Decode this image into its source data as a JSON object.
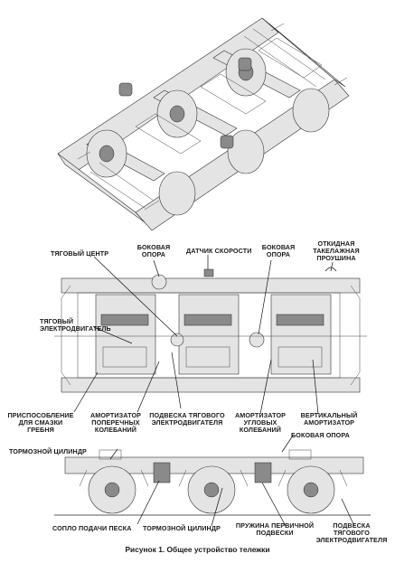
{
  "labels": {
    "traction_center": "ТЯГОВЫЙ ЦЕНТР",
    "side_support_left": "БОКОВАЯ\nОПОРА",
    "speed_sensor": "ДАТЧИК СКОРОСТИ",
    "side_support_right": "БОКОВАЯ\nОПОРА",
    "lifting_eye": "ОТКИДНАЯ\nТАКЕЛАЖНАЯ\nПРОУШИНА",
    "traction_motor": "ТЯГОВЫЙ\nЭЛЕКТРОДВИГАТЕЛЬ",
    "flange_lubrication": "ПРИСПОСОБЛЕНИЕ\nДЛЯ СМАЗКИ\nГРЕБНЯ",
    "lateral_damper": "АМОРТИЗАТОР\nПОПЕРЕЧНЫХ\nКОЛЕБАНИЙ",
    "motor_suspension_plan": "ПОДВЕСКА ТЯГОВОГО\nЭЛЕКТРОДВИГАТЕЛЯ",
    "yaw_damper": "АМОРТИЗАТОР\nУГЛОВЫХ\nКОЛЕБАНИЙ",
    "vertical_damper": "ВЕРТИКАЛЬНЫЙ\nАМОРТИЗАТОР",
    "brake_cylinder_top": "ТОРМОЗНОЙ ЦИЛИНДР",
    "side_support_side": "БОКОВАЯ ОПОРА",
    "sand_nozzle": "СОПЛО ПОДАЧИ ПЕСКА",
    "brake_cylinder_bottom": "ТОРМОЗНОЙ ЦИЛИНДР",
    "primary_spring": "ПРУЖИНА ПЕРВИЧНОЙ\nПОДВЕСКИ",
    "motor_suspension_side": "ПОДВЕСКА\nТЯГОВОГО\nЭЛЕКТРОДВИГАТЕЛЯ"
  },
  "caption": "Рисунок 1. Общее устройство тележки"
}
